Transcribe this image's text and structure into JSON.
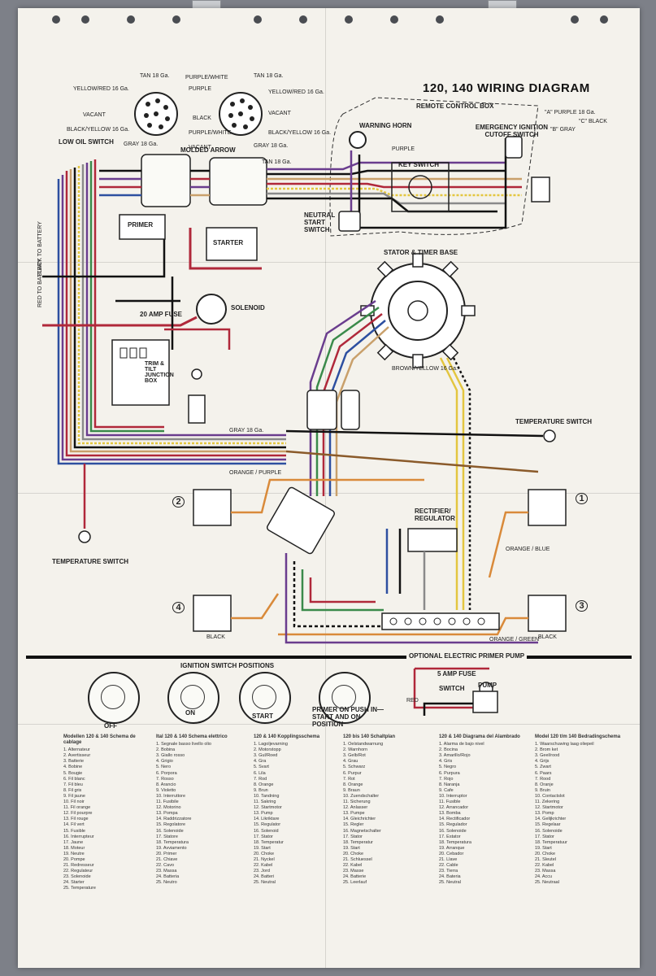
{
  "title": "120, 140 WIRING DIAGRAM",
  "labels": {
    "remote_control_box": "REMOTE CONTROL BOX",
    "warning_horn": "WARNING HORN",
    "emergency_ignition": "EMERGENCY IGNITION CUTOFF SWITCH",
    "key_switch": "KEY SWITCH",
    "neutral_start": "NEUTRAL START SWITCH",
    "low_oil_switch": "LOW OIL SWITCH",
    "molded_arrow": "MOLDED ARROW",
    "primer": "PRIMER",
    "starter": "STARTER",
    "stator_timer": "STATOR & TIMER BASE",
    "solenoid": "SOLENOID",
    "amp_fuse_20": "20 AMP FUSE",
    "trim_tilt": "TRIM & TILT JUNCTION BOX",
    "temp_switch_right": "TEMPERATURE SWITCH",
    "temp_switch_left": "TEMPERATURE SWITCH",
    "rectifier": "RECTIFIER/ REGULATOR",
    "red_to_battery": "RED TO BATTERY",
    "black_to_battery": "BLACK TO BATTERY",
    "ignition_positions": "IGNITION SWITCH POSITIONS",
    "optional_primer": "OPTIONAL ELECTRIC PRIMER PUMP",
    "amp_fuse_5": "5 AMP FUSE",
    "switch": "SWITCH",
    "pump": "PUMP",
    "pos_off": "OFF",
    "pos_on": "ON",
    "pos_start": "START",
    "pos_primer": "PRIMER ON PUSH IN—START AND ON POSITION",
    "cyl_1": "1",
    "cyl_2": "2",
    "cyl_3": "3",
    "cyl_4": "4",
    "a_purple": "\"A\" PURPLE 18 Ga.",
    "b_gray": "\"B\" GRAY",
    "c_black": "\"C\" BLACK",
    "connector_left": [
      "TAN 18 Ga.",
      "PURPLE/WHITE",
      "PURPLE",
      "YELLOW/RED 16 Ga.",
      "BLACK",
      "VACANT",
      "BLACK/YELLOW 16 Ga.",
      "GRAY 18 Ga.",
      "VACANT"
    ],
    "connector_right": [
      "TAN 18 Ga.",
      "YELLOW/RED 16 Ga.",
      "VACANT",
      "PURPLE/WHITE",
      "BLACK/YELLOW 16 Ga.",
      "GRAY 18 Ga."
    ],
    "wire_purple": "PURPLE",
    "wire_black": "BLACK",
    "wire_gray": "GRAY 18 Ga.",
    "wire_tan": "TAN 18 Ga.",
    "wire_red": "RED",
    "wire_orange_purple": "ORANGE / PURPLE",
    "wire_orange_blue": "ORANGE / BLUE",
    "wire_orange_green": "ORANGE / GREEN",
    "wire_brown_yellow": "BROWN/YELLOW 16 Ga.",
    "wire_yellow_red": "YELLOW/RED 16 Ga.",
    "wire_black_yellow": "BLACK/YELLOW 16 Ga."
  },
  "legend_columns": [
    {
      "header": "Modellen 120 & 140 Schema de cablage",
      "rows": [
        "1. Alternateur",
        "2. Avertisseur",
        "3. Batterie",
        "4. Bobine",
        "5. Bougie",
        "6. Fil blanc",
        "7. Fil bleu",
        "8. Fil gris",
        "9. Fil jaune",
        "10. Fil noir",
        "11. Fil orange",
        "12. Fil pourpre",
        "13. Fil rouge",
        "14. Fil vert",
        "15. Fusible",
        "16. Interrupteur",
        "17. Jaune",
        "18. Moteur",
        "19. Neutre",
        "20. Pompe",
        "21. Redresseur",
        "22. Regulateur",
        "23. Solenoide",
        "24. Starter",
        "25. Temperature"
      ]
    },
    {
      "header": "Ital 120 & 140 Schema elettrico",
      "rows": [
        "1. Segnale basso livello olio",
        "2. Bobina",
        "3. Giallo rosso",
        "4. Grigio",
        "5. Nero",
        "6. Porpora",
        "7. Rosso",
        "8. Arancio",
        "9. Violetto",
        "10. Interruttore",
        "11. Fusibile",
        "12. Motorino",
        "13. Pompa",
        "14. Raddrizzatore",
        "15. Regolatore",
        "16. Solenoide",
        "17. Statore",
        "18. Temperatura",
        "19. Avviamento",
        "20. Primer",
        "21. Chiave",
        "22. Cavo",
        "23. Massa",
        "24. Batteria",
        "25. Neutro"
      ]
    },
    {
      "header": "120 & 140 Kopplingsschema",
      "rows": [
        "1. Lagoljevarning",
        "2. Motorstopp",
        "3. Gul/Roed",
        "4. Gra",
        "5. Svart",
        "6. Lila",
        "7. Rod",
        "8. Orange",
        "9. Brun",
        "10. Tandning",
        "11. Sakring",
        "12. Startmotor",
        "13. Pump",
        "14. Likriktare",
        "15. Regulator",
        "16. Solenoid",
        "17. Stator",
        "18. Temperatur",
        "19. Start",
        "20. Choke",
        "21. Nyckel",
        "22. Kabel",
        "23. Jord",
        "24. Batteri",
        "25. Neutral"
      ]
    },
    {
      "header": "120 bis 140 Schaltplan",
      "rows": [
        "1. Oelstandwarnung",
        "2. Warnhorn",
        "3. Gelb/Rot",
        "4. Grau",
        "5. Schwarz",
        "6. Purpur",
        "7. Rot",
        "8. Orange",
        "9. Braun",
        "10. Zuendschalter",
        "11. Sicherung",
        "12. Anlasser",
        "13. Pumpe",
        "14. Gleichrichter",
        "15. Regler",
        "16. Magnetschalter",
        "17. Stator",
        "18. Temperatur",
        "19. Start",
        "20. Choke",
        "21. Schluessel",
        "22. Kabel",
        "23. Masse",
        "24. Batterie",
        "25. Leerlauf"
      ]
    },
    {
      "header": "120 & 140 Diagrama del Alambrado",
      "rows": [
        "1. Alarma de bajo nivel",
        "2. Bocina",
        "3. Amarillo/Rojo",
        "4. Gris",
        "5. Negro",
        "6. Purpura",
        "7. Rojo",
        "8. Naranja",
        "9. Cafe",
        "10. Interruptor",
        "11. Fusible",
        "12. Arrancador",
        "13. Bomba",
        "14. Rectificador",
        "15. Regulador",
        "16. Solenoide",
        "17. Estator",
        "18. Temperatura",
        "19. Arranque",
        "20. Cebador",
        "21. Llave",
        "22. Cable",
        "23. Tierra",
        "24. Bateria",
        "25. Neutral"
      ]
    },
    {
      "header": "Model 120 t/m 140 Bedradingschema",
      "rows": [
        "1. Waarschuwing laag oliepeil",
        "2. Brom ket",
        "3. Geel/rood",
        "4. Grijs",
        "5. Zwart",
        "6. Paars",
        "7. Rood",
        "8. Oranje",
        "9. Bruin",
        "10. Contactslot",
        "11. Zekering",
        "12. Startmotor",
        "13. Pomp",
        "14. Gelijkrichter",
        "15. Regelaar",
        "16. Solenoide",
        "17. Stator",
        "18. Temperatuur",
        "19. Start",
        "20. Choke",
        "21. Sleutel",
        "22. Kabel",
        "23. Massa",
        "24. Accu",
        "25. Neutraal"
      ]
    }
  ],
  "colors": {
    "paper": "#f4f2ec",
    "black": "#111111",
    "red": "#b0283a",
    "purple": "#6a3d8e",
    "blue": "#2d4fa0",
    "yellow": "#e3c640",
    "tan": "#c9a06b",
    "gray": "#8a8a8a",
    "green": "#3a8a4a",
    "orange": "#d98a3a"
  }
}
